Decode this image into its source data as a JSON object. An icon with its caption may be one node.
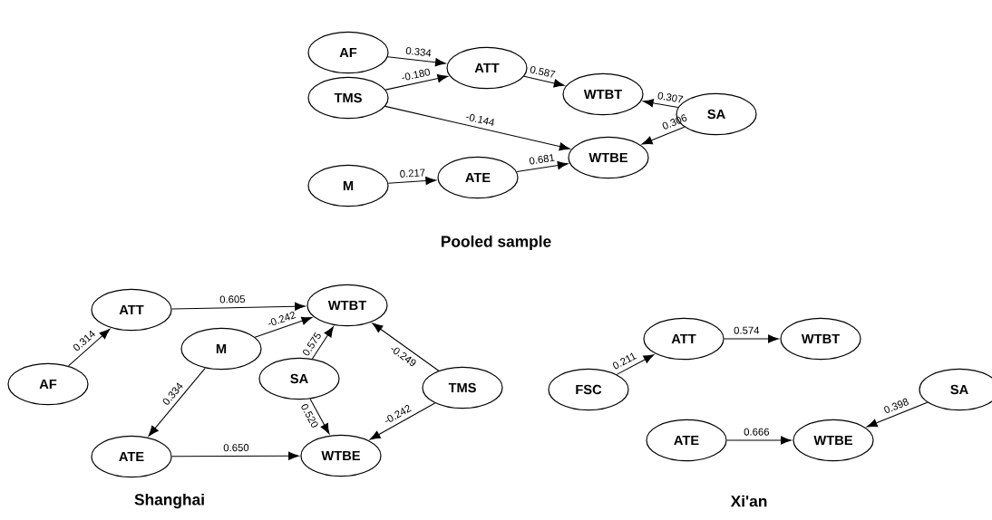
{
  "diagram": {
    "nodes": [
      {
        "text": [
          "AF"
        ]
      },
      {
        "text": [
          "TMS"
        ]
      },
      {
        "text": [
          "ATT"
        ]
      },
      {
        "text": [
          "WTBT"
        ]
      },
      {
        "text": [
          "SA"
        ]
      },
      {
        "text": [
          "WTBE"
        ]
      },
      {
        "text": [
          "M"
        ]
      },
      {
        "text": [
          "ATE"
        ]
      },
      {
        "text": [
          "ATT"
        ]
      },
      {
        "text": [
          "WTBT"
        ]
      },
      {
        "text": [
          "M"
        ]
      },
      {
        "text": [
          "AF"
        ]
      },
      {
        "text": [
          "SA"
        ]
      },
      {
        "text": [
          "TMS"
        ]
      },
      {
        "text": [
          "ATE"
        ]
      },
      {
        "text": [
          "WTBE"
        ]
      },
      {
        "text": [
          "ATT"
        ]
      },
      {
        "text": [
          "WTBT"
        ]
      },
      {
        "text": [
          "FSC"
        ]
      },
      {
        "text": [
          "SA"
        ]
      },
      {
        "text": [
          "ATE"
        ]
      },
      {
        "text": [
          "WTBE"
        ]
      }
    ],
    "edges": [
      {
        "from": 0,
        "to": 2,
        "arrow": "to",
        "label": "0.334"
      },
      {
        "from": 1,
        "to": 2,
        "arrow": "to",
        "label": "-0.180"
      },
      {
        "from": 2,
        "to": 3,
        "arrow": "to",
        "label": "0.587"
      },
      {
        "from": 4,
        "to": 3,
        "arrow": "to",
        "label": "0.307"
      },
      {
        "from": 1,
        "to": 5,
        "arrow": "to",
        "label": "-0.144"
      },
      {
        "from": 4,
        "to": 5,
        "arrow": "to",
        "label": "0.306"
      },
      {
        "from": 6,
        "to": 7,
        "arrow": "to",
        "label": "0.217"
      },
      {
        "from": 7,
        "to": 5,
        "arrow": "to",
        "label": "0.681"
      },
      {
        "from": 8,
        "to": 9,
        "arrow": "to",
        "label": "0.605"
      },
      {
        "from": 11,
        "to": 8,
        "arrow": "to",
        "label": "0.314"
      },
      {
        "from": 10,
        "to": 9,
        "arrow": "to",
        "label": "-0.242"
      },
      {
        "from": 12,
        "to": 9,
        "arrow": "to",
        "label": "0.575"
      },
      {
        "from": 13,
        "to": 9,
        "arrow": "to",
        "label": "-0.249"
      },
      {
        "from": 10,
        "to": 14,
        "arrow": "to",
        "label": "0.334"
      },
      {
        "from": 12,
        "to": 15,
        "arrow": "to",
        "label": "0.520"
      },
      {
        "from": 13,
        "to": 15,
        "arrow": "to",
        "label": "-0.242"
      },
      {
        "from": 14,
        "to": 15,
        "arrow": "to",
        "label": "0.650"
      },
      {
        "from": 16,
        "to": 17,
        "arrow": "to",
        "label": "0.574"
      },
      {
        "from": 18,
        "to": 16,
        "arrow": "to",
        "label": "0.211"
      },
      {
        "from": 19,
        "to": 21,
        "arrow": "to",
        "label": "0.398"
      },
      {
        "from": 20,
        "to": 21,
        "arrow": "to",
        "label": "0.666"
      }
    ],
    "labels": [
      "Pooled sample",
      "Shanghai",
      "Xi'an"
    ]
  }
}
